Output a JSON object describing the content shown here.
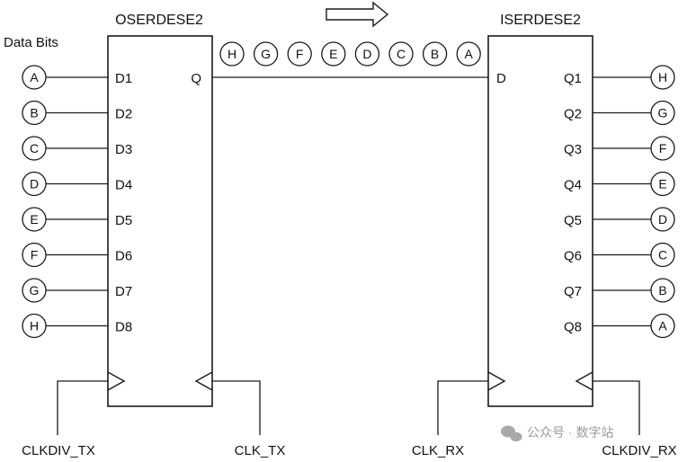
{
  "diagram": {
    "data_bits_label": "Data Bits",
    "oserdes": {
      "title": "OSERDESE2",
      "inputs": [
        "D1",
        "D2",
        "D3",
        "D4",
        "D5",
        "D6",
        "D7",
        "D8"
      ],
      "output": "Q",
      "clk_left": "CLKDIV_TX",
      "clk_right": "CLK_TX"
    },
    "iserdes": {
      "title": "ISERDESE2",
      "input": "D",
      "outputs": [
        "Q1",
        "Q2",
        "Q3",
        "Q4",
        "Q5",
        "Q6",
        "Q7",
        "Q8"
      ],
      "clk_left": "CLK_RX",
      "clk_right": "CLKDIV_RX"
    },
    "input_bits": [
      "A",
      "B",
      "C",
      "D",
      "E",
      "F",
      "G",
      "H"
    ],
    "serial_stream": [
      "H",
      "G",
      "F",
      "E",
      "D",
      "C",
      "B",
      "A"
    ],
    "output_bits": [
      "H",
      "G",
      "F",
      "E",
      "D",
      "C",
      "B",
      "A"
    ],
    "watermark": "公众号 · 数字站",
    "colors": {
      "stroke": "#1a1a1a",
      "text": "#111111",
      "watermark": "#9a9a9a"
    }
  }
}
